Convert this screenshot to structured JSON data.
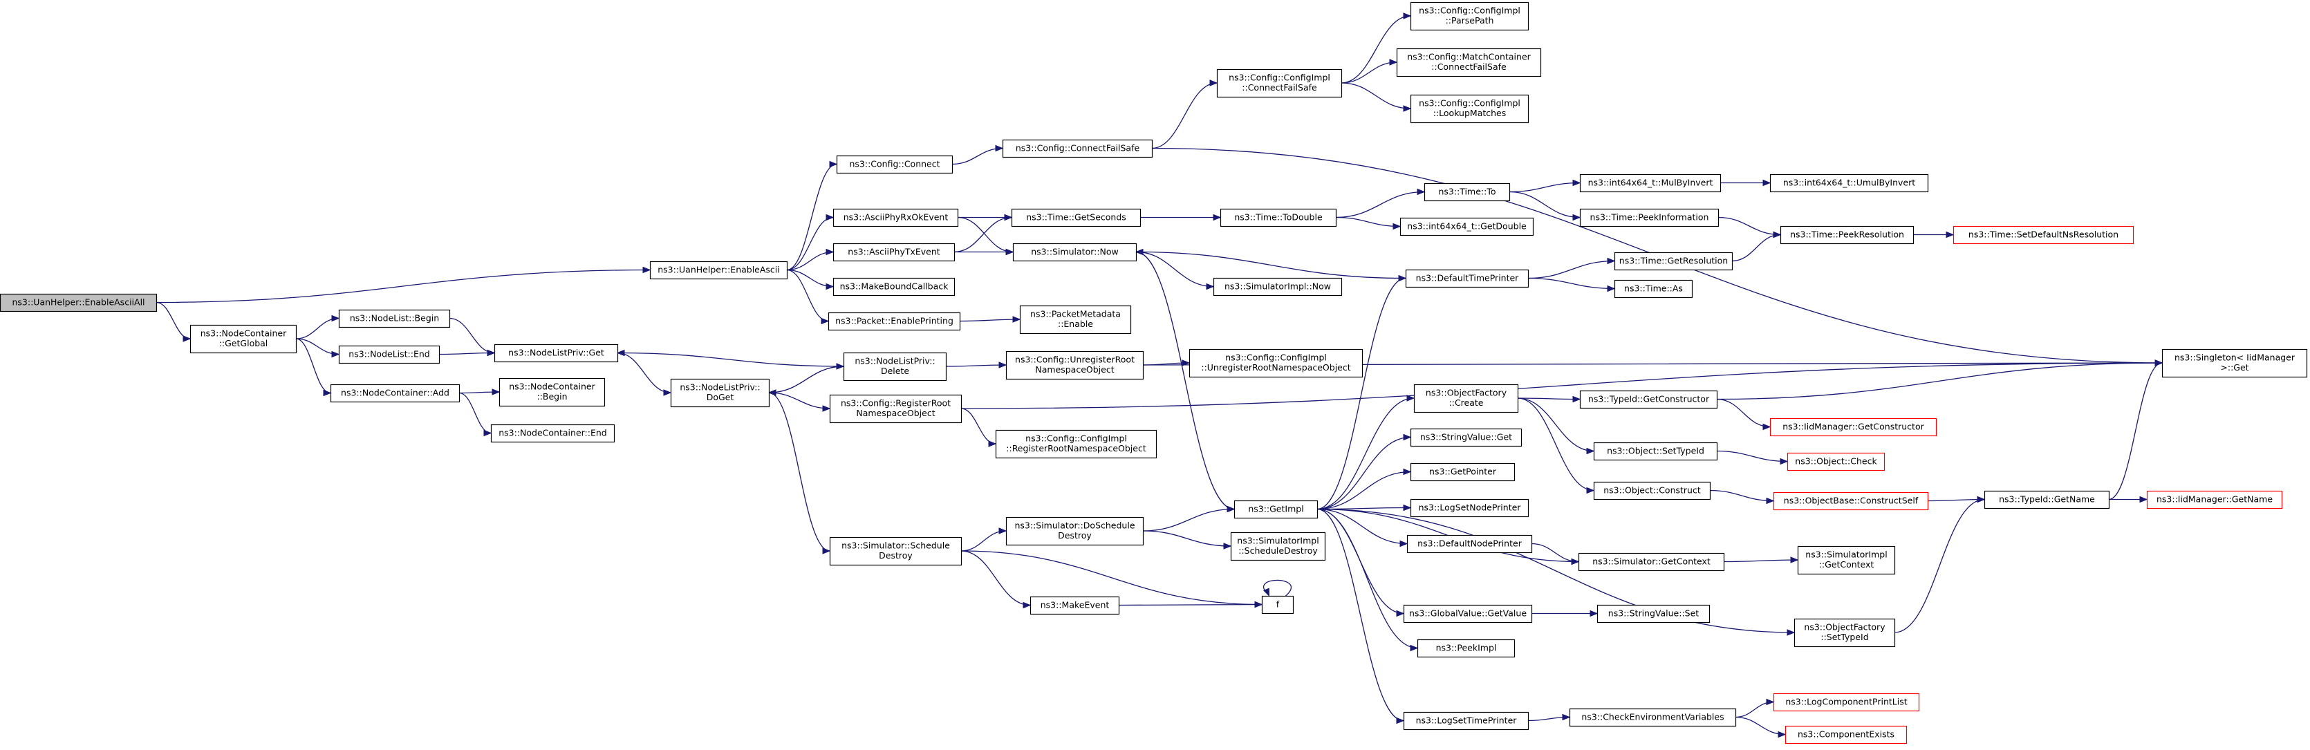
{
  "colors": {
    "edge": "#191970",
    "border_default": "#000000",
    "border_truncated": "#ff0000",
    "fill_default": "#ffffff",
    "fill_root": "#bfbfbf"
  },
  "nodes": [
    {
      "id": "root",
      "lines": [
        "ns3::UanHelper::EnableAsciiAll"
      ],
      "kind": "root"
    },
    {
      "id": "n1",
      "lines": [
        "ns3::UanHelper::EnableAscii"
      ]
    },
    {
      "id": "n2",
      "lines": [
        "ns3::NodeContainer",
        "::GetGlobal"
      ]
    },
    {
      "id": "n3",
      "lines": [
        "ns3::Config::Connect"
      ]
    },
    {
      "id": "n4",
      "lines": [
        "ns3::AsciiPhyRxOkEvent"
      ]
    },
    {
      "id": "n5",
      "lines": [
        "ns3::AsciiPhyTxEvent"
      ]
    },
    {
      "id": "n6",
      "lines": [
        "ns3::MakeBoundCallback"
      ]
    },
    {
      "id": "n7",
      "lines": [
        "ns3::Packet::EnablePrinting"
      ]
    },
    {
      "id": "n8",
      "lines": [
        "ns3::NodeList::Begin"
      ]
    },
    {
      "id": "n9",
      "lines": [
        "ns3::NodeList::End"
      ]
    },
    {
      "id": "n10",
      "lines": [
        "ns3::NodeContainer::Add"
      ]
    },
    {
      "id": "n11",
      "lines": [
        "ns3::NodeListPriv::Get"
      ]
    },
    {
      "id": "n12",
      "lines": [
        "ns3::NodeListPriv::",
        "DoGet"
      ]
    },
    {
      "id": "n13",
      "lines": [
        "ns3::NodeListPriv::",
        "Delete"
      ]
    },
    {
      "id": "n14",
      "lines": [
        "ns3::Config::RegisterRoot",
        "NamespaceObject"
      ]
    },
    {
      "id": "n15",
      "lines": [
        "ns3::Simulator::Schedule",
        "Destroy"
      ]
    },
    {
      "id": "n16",
      "lines": [
        "ns3::NodeContainer",
        "::Begin"
      ]
    },
    {
      "id": "n17",
      "lines": [
        "ns3::NodeContainer::End"
      ]
    },
    {
      "id": "n18",
      "lines": [
        "ns3::Config::ConnectFailSafe"
      ]
    },
    {
      "id": "n19",
      "lines": [
        "ns3::Time::GetSeconds"
      ]
    },
    {
      "id": "n20",
      "lines": [
        "ns3::Simulator::Now"
      ]
    },
    {
      "id": "n21",
      "lines": [
        "ns3::PacketMetadata",
        "::Enable"
      ]
    },
    {
      "id": "n22",
      "lines": [
        "ns3::Config::UnregisterRoot",
        "NamespaceObject"
      ]
    },
    {
      "id": "n23",
      "lines": [
        "ns3::Config::ConfigImpl",
        "::RegisterRootNamespaceObject"
      ]
    },
    {
      "id": "n24",
      "lines": [
        "ns3::Simulator::DoSchedule",
        "Destroy"
      ]
    },
    {
      "id": "n25",
      "lines": [
        "ns3::MakeEvent"
      ]
    },
    {
      "id": "n26",
      "lines": [
        "ns3::Config::ConfigImpl",
        "::ConnectFailSafe"
      ]
    },
    {
      "id": "n27",
      "lines": [
        "ns3::Time::ToDouble"
      ]
    },
    {
      "id": "n28",
      "lines": [
        "ns3::SimulatorImpl::Now"
      ]
    },
    {
      "id": "n29",
      "lines": [
        "ns3::Config::ConfigImpl",
        "::UnregisterRootNamespaceObject"
      ]
    },
    {
      "id": "n30",
      "lines": [
        "ns3::GetImpl"
      ]
    },
    {
      "id": "n31",
      "lines": [
        "ns3::SimulatorImpl",
        "::ScheduleDestroy"
      ]
    },
    {
      "id": "n32",
      "lines": [
        "f"
      ]
    },
    {
      "id": "n33",
      "lines": [
        "ns3::Config::ConfigImpl",
        "::ParsePath"
      ]
    },
    {
      "id": "n34",
      "lines": [
        "ns3::Config::MatchContainer",
        "::ConnectFailSafe"
      ]
    },
    {
      "id": "n35",
      "lines": [
        "ns3::Config::ConfigImpl",
        "::LookupMatches"
      ]
    },
    {
      "id": "n36",
      "lines": [
        "ns3::Time::To"
      ]
    },
    {
      "id": "n37",
      "lines": [
        "ns3::int64x64_t::GetDouble"
      ]
    },
    {
      "id": "n38",
      "lines": [
        "ns3::DefaultTimePrinter"
      ]
    },
    {
      "id": "n39",
      "lines": [
        "ns3::ObjectFactory",
        "::Create"
      ]
    },
    {
      "id": "n40",
      "lines": [
        "ns3::StringValue::Get"
      ]
    },
    {
      "id": "n41",
      "lines": [
        "ns3::GetPointer"
      ]
    },
    {
      "id": "n42",
      "lines": [
        "ns3::LogSetNodePrinter"
      ]
    },
    {
      "id": "n43",
      "lines": [
        "ns3::DefaultNodePrinter"
      ]
    },
    {
      "id": "n44",
      "lines": [
        "ns3::GlobalValue::GetValue"
      ]
    },
    {
      "id": "n45",
      "lines": [
        "ns3::PeekImpl"
      ]
    },
    {
      "id": "n46",
      "lines": [
        "ns3::LogSetTimePrinter"
      ]
    },
    {
      "id": "n47",
      "lines": [
        "ns3::int64x64_t::MulByInvert"
      ]
    },
    {
      "id": "n48",
      "lines": [
        "ns3::Time::PeekInformation"
      ]
    },
    {
      "id": "n49",
      "lines": [
        "ns3::Time::GetResolution"
      ]
    },
    {
      "id": "n50",
      "lines": [
        "ns3::Time::As"
      ]
    },
    {
      "id": "n51",
      "lines": [
        "ns3::TypeId::GetConstructor"
      ]
    },
    {
      "id": "n52",
      "lines": [
        "ns3::Object::SetTypeId"
      ]
    },
    {
      "id": "n53",
      "lines": [
        "ns3::Object::Construct"
      ]
    },
    {
      "id": "n54",
      "lines": [
        "ns3::Simulator::GetContext"
      ]
    },
    {
      "id": "n55",
      "lines": [
        "ns3::StringValue::Set"
      ]
    },
    {
      "id": "n56",
      "lines": [
        "ns3::ObjectFactory",
        "::SetTypeId"
      ]
    },
    {
      "id": "n57",
      "lines": [
        "ns3::CheckEnvironmentVariables"
      ]
    },
    {
      "id": "n58",
      "lines": [
        "ns3::int64x64_t::UmulByInvert"
      ]
    },
    {
      "id": "n59",
      "lines": [
        "ns3::Time::PeekResolution"
      ]
    },
    {
      "id": "n60",
      "lines": [
        "ns3::IidManager::GetConstructor"
      ],
      "kind": "truncated"
    },
    {
      "id": "n61",
      "lines": [
        "ns3::Object::Check"
      ],
      "kind": "truncated"
    },
    {
      "id": "n62",
      "lines": [
        "ns3::ObjectBase::ConstructSelf"
      ],
      "kind": "truncated"
    },
    {
      "id": "n63",
      "lines": [
        "ns3::SimulatorImpl",
        "::GetContext"
      ]
    },
    {
      "id": "n64",
      "lines": [
        "ns3::LogComponentPrintList"
      ],
      "kind": "truncated"
    },
    {
      "id": "n65",
      "lines": [
        "ns3::ComponentExists"
      ],
      "kind": "truncated"
    },
    {
      "id": "n66",
      "lines": [
        "ns3::Time::SetDefaultNsResolution"
      ],
      "kind": "truncated"
    },
    {
      "id": "n67",
      "lines": [
        "ns3::TypeId::GetName"
      ]
    },
    {
      "id": "n68",
      "lines": [
        "ns3::Singleton< IidManager",
        " >::Get"
      ]
    },
    {
      "id": "n69",
      "lines": [
        "ns3::IidManager::GetName"
      ],
      "kind": "truncated"
    }
  ],
  "edges": [
    [
      "root",
      "n1"
    ],
    [
      "root",
      "n2"
    ],
    [
      "n1",
      "n3"
    ],
    [
      "n1",
      "n4"
    ],
    [
      "n1",
      "n5"
    ],
    [
      "n1",
      "n6"
    ],
    [
      "n1",
      "n7"
    ],
    [
      "n2",
      "n8"
    ],
    [
      "n2",
      "n9"
    ],
    [
      "n2",
      "n10"
    ],
    [
      "n3",
      "n18"
    ],
    [
      "n18",
      "n26"
    ],
    [
      "n18",
      "n68"
    ],
    [
      "n26",
      "n33"
    ],
    [
      "n26",
      "n34"
    ],
    [
      "n26",
      "n35"
    ],
    [
      "n4",
      "n19"
    ],
    [
      "n4",
      "n20"
    ],
    [
      "n5",
      "n19"
    ],
    [
      "n5",
      "n20"
    ],
    [
      "n7",
      "n21"
    ],
    [
      "n8",
      "n11"
    ],
    [
      "n9",
      "n11"
    ],
    [
      "n10",
      "n16"
    ],
    [
      "n10",
      "n17"
    ],
    [
      "n11",
      "n12"
    ],
    [
      "n12",
      "n13"
    ],
    [
      "n12",
      "n14"
    ],
    [
      "n12",
      "n15"
    ],
    [
      "n13",
      "n11"
    ],
    [
      "n13",
      "n12"
    ],
    [
      "n13",
      "n22"
    ],
    [
      "n22",
      "n29"
    ],
    [
      "n22",
      "n68"
    ],
    [
      "n14",
      "n23"
    ],
    [
      "n14",
      "n68"
    ],
    [
      "n15",
      "n24"
    ],
    [
      "n15",
      "n25"
    ],
    [
      "n15",
      "n32"
    ],
    [
      "n24",
      "n30"
    ],
    [
      "n24",
      "n31"
    ],
    [
      "n25",
      "n32"
    ],
    [
      "n32",
      "n32"
    ],
    [
      "n19",
      "n27"
    ],
    [
      "n27",
      "n36"
    ],
    [
      "n27",
      "n37"
    ],
    [
      "n36",
      "n47"
    ],
    [
      "n36",
      "n48"
    ],
    [
      "n47",
      "n58"
    ],
    [
      "n48",
      "n59"
    ],
    [
      "n59",
      "n66"
    ],
    [
      "n20",
      "n28"
    ],
    [
      "n20",
      "n30"
    ],
    [
      "n30",
      "n38"
    ],
    [
      "n30",
      "n39"
    ],
    [
      "n30",
      "n40"
    ],
    [
      "n30",
      "n41"
    ],
    [
      "n30",
      "n42"
    ],
    [
      "n30",
      "n43"
    ],
    [
      "n30",
      "n44"
    ],
    [
      "n30",
      "n45"
    ],
    [
      "n30",
      "n46"
    ],
    [
      "n30",
      "n54"
    ],
    [
      "n30",
      "n56"
    ],
    [
      "n38",
      "n20"
    ],
    [
      "n38",
      "n49"
    ],
    [
      "n38",
      "n50"
    ],
    [
      "n49",
      "n59"
    ],
    [
      "n39",
      "n51"
    ],
    [
      "n39",
      "n52"
    ],
    [
      "n39",
      "n53"
    ],
    [
      "n51",
      "n60"
    ],
    [
      "n51",
      "n68"
    ],
    [
      "n52",
      "n61"
    ],
    [
      "n53",
      "n62"
    ],
    [
      "n62",
      "n67"
    ],
    [
      "n67",
      "n68"
    ],
    [
      "n67",
      "n69"
    ],
    [
      "n43",
      "n54"
    ],
    [
      "n54",
      "n63"
    ],
    [
      "n44",
      "n55"
    ],
    [
      "n56",
      "n67"
    ],
    [
      "n46",
      "n57"
    ],
    [
      "n57",
      "n64"
    ],
    [
      "n57",
      "n65"
    ]
  ]
}
